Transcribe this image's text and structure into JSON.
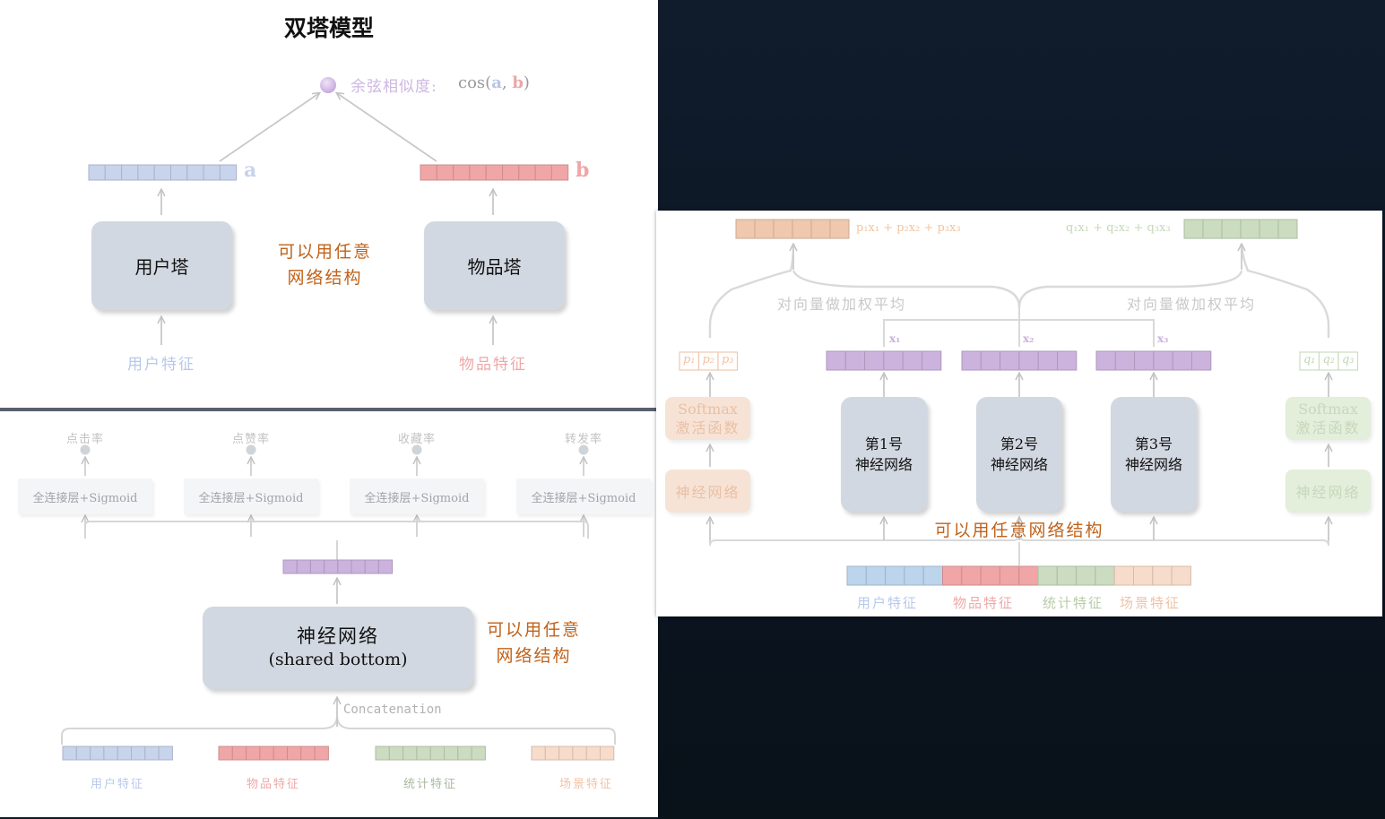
{
  "colors": {
    "user": "#c8d3ec",
    "item": "#f0a6a6",
    "stat": "#cbdcc0",
    "scene": "#f8dccb",
    "purple": "#cbb3dd",
    "orange": "#c0621a",
    "cosine": "#c9b2de"
  },
  "two_tower": {
    "title": "双塔模型",
    "cosine_label": "余弦相似度:",
    "cos_func": "cos",
    "cos_a": "a",
    "cos_b": "b",
    "vec_a": "a",
    "vec_b": "b",
    "user_tower": "用户塔",
    "item_tower": "物品塔",
    "note_line1": "可以用任意",
    "note_line2": "网络结构",
    "user_features": "用户特征",
    "item_features": "物品特征"
  },
  "shared_bottom": {
    "heads": [
      {
        "target": "点击率",
        "layer": "全连接层+Sigmoid"
      },
      {
        "target": "点赞率",
        "layer": "全连接层+Sigmoid"
      },
      {
        "target": "收藏率",
        "layer": "全连接层+Sigmoid"
      },
      {
        "target": "转发率",
        "layer": "全连接层+Sigmoid"
      }
    ],
    "network_line1": "神经网络",
    "network_line2": "(shared bottom)",
    "note_line1": "可以用任意",
    "note_line2": "网络结构",
    "concat": "Concatenation",
    "features": [
      "用户特征",
      "物品特征",
      "统计特征",
      "场景特征"
    ]
  },
  "mmoe": {
    "left_formula": "p₁x₁ + p₂x₂ + p₃x₃",
    "right_formula": "q₁x₁ + q₂x₂ + q₃x₃",
    "weighted_avg_left": "对向量做加权平均",
    "weighted_avg_right": "对向量做加权平均",
    "p_labels": [
      "p₁",
      "p₂",
      "p₃"
    ],
    "q_labels": [
      "q₁",
      "q₂",
      "q₃"
    ],
    "x_labels": [
      "x₁",
      "x₂",
      "x₃"
    ],
    "softmax_line1": "Softmax",
    "softmax_line2": "激活函数",
    "gate_network": "神经网络",
    "experts": [
      {
        "line1": "第1号",
        "line2": "神经网络"
      },
      {
        "line1": "第2号",
        "line2": "神经网络"
      },
      {
        "line1": "第3号",
        "line2": "神经网络"
      }
    ],
    "note": "可以用任意网络结构",
    "features": [
      "用户特征",
      "物品特征",
      "统计特征",
      "场景特征"
    ]
  }
}
